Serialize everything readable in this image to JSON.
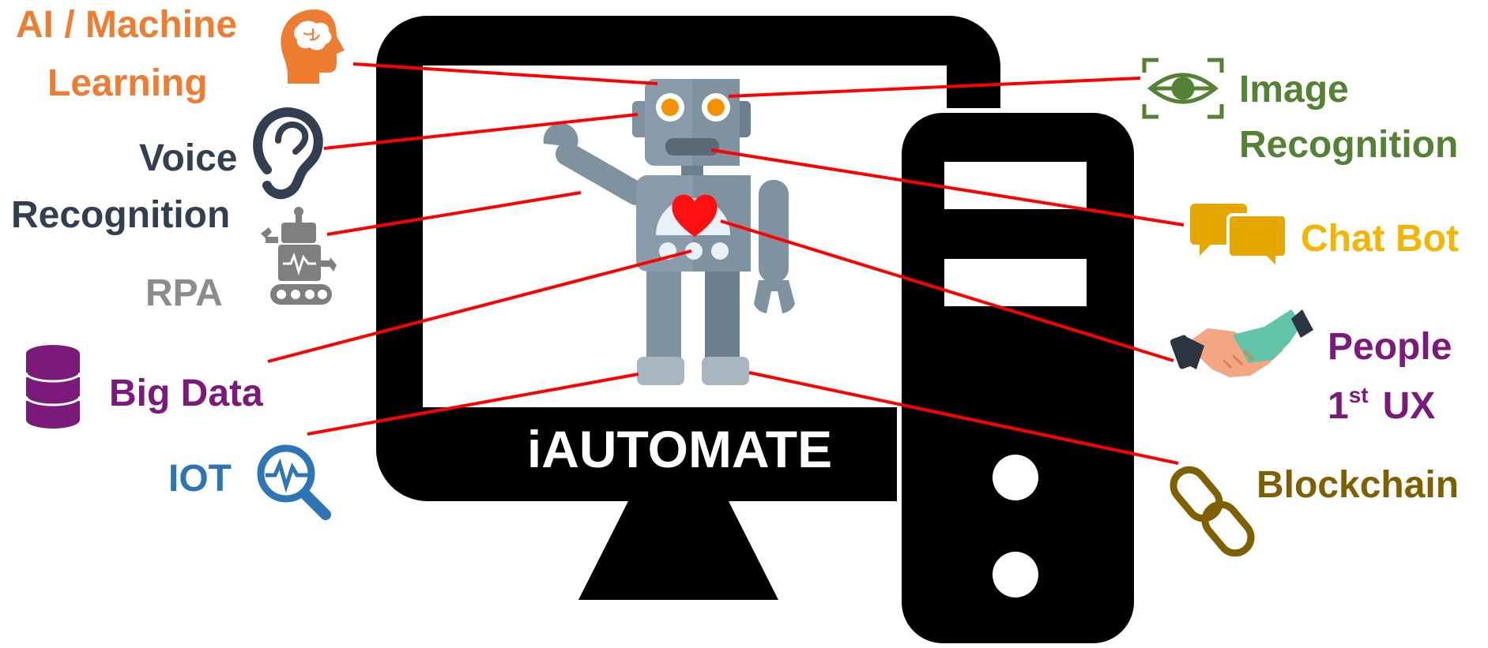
{
  "brand": {
    "name": "iAUTOMATE"
  },
  "colors": {
    "connector": "#ff0000",
    "ai": "#ed7d31",
    "voice": "#323f50",
    "rpa": "#8c8c8c",
    "big_data": "#7b1a7b",
    "iot": "#2e75b6",
    "image": "#548235",
    "chat": "#f4b400",
    "people": "#7b1a7b",
    "blockchain": "#7f6000"
  },
  "labels": {
    "ai_line1": "AI / Machine",
    "ai_line2": "Learning",
    "voice_line1": "Voice",
    "voice_line2": "Recognition",
    "rpa": "RPA",
    "big_data": "Big Data",
    "iot": "IOT",
    "image_line1": "Image",
    "image_line2": "Recognition",
    "chat_bot": "Chat Bot",
    "people_line1": "People",
    "people_num": "1",
    "people_sup": "st",
    "people_ux": "UX",
    "blockchain": "Blockchain"
  },
  "icons": {
    "ai": "brain-head-icon",
    "voice": "ear-icon",
    "rpa": "robot-icon",
    "big_data": "database-icon",
    "iot": "magnifier-pulse-icon",
    "image": "eye-scan-icon",
    "chat": "chat-bubbles-icon",
    "people": "handshake-icon",
    "blockchain": "chain-link-icon"
  }
}
